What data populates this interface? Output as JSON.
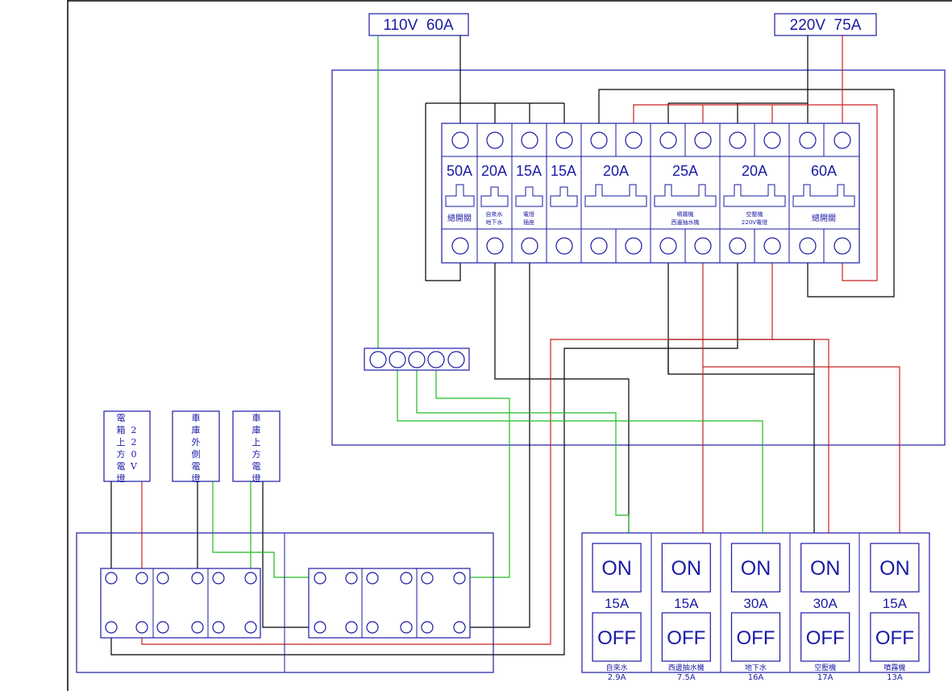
{
  "supplies": {
    "left": "110V  60A",
    "right": "220V  75A"
  },
  "breakers": [
    {
      "rating": "50A",
      "sub": [
        "總開關"
      ]
    },
    {
      "rating": "20A",
      "sub": [
        "自來水",
        "地下水"
      ]
    },
    {
      "rating": "15A",
      "sub": [
        "電燈",
        "插座"
      ]
    },
    {
      "rating": "15A",
      "sub": []
    },
    {
      "rating": "20A",
      "sub": []
    },
    {
      "rating": "25A",
      "sub": [
        "噴霧機",
        "西邊抽水機"
      ]
    },
    {
      "rating": "20A",
      "sub": [
        "空壓機",
        "220V電燈"
      ]
    },
    {
      "rating": "60A",
      "sub": [
        "總開關"
      ]
    }
  ],
  "lamps": [
    {
      "label": "電箱220V上方電燈"
    },
    {
      "label": "車庫外側電燈"
    },
    {
      "label": "車庫上方電燈"
    }
  ],
  "switches": [
    {
      "on": "ON",
      "off": "OFF",
      "rating": "15A",
      "name": "自來水",
      "load": "2.9A"
    },
    {
      "on": "ON",
      "off": "OFF",
      "rating": "15A",
      "name": "西邊抽水機",
      "load": "7.5A"
    },
    {
      "on": "ON",
      "off": "OFF",
      "rating": "30A",
      "name": "地下水",
      "load": "16A"
    },
    {
      "on": "ON",
      "off": "OFF",
      "rating": "30A",
      "name": "空壓機",
      "load": "17A"
    },
    {
      "on": "ON",
      "off": "OFF",
      "rating": "15A",
      "name": "噴霧機",
      "load": "13A"
    }
  ],
  "colors": {
    "frame": "#1a1aa6",
    "black_wire": "#000000",
    "red_wire": "#cc2222",
    "green_wire": "#22bb22"
  }
}
